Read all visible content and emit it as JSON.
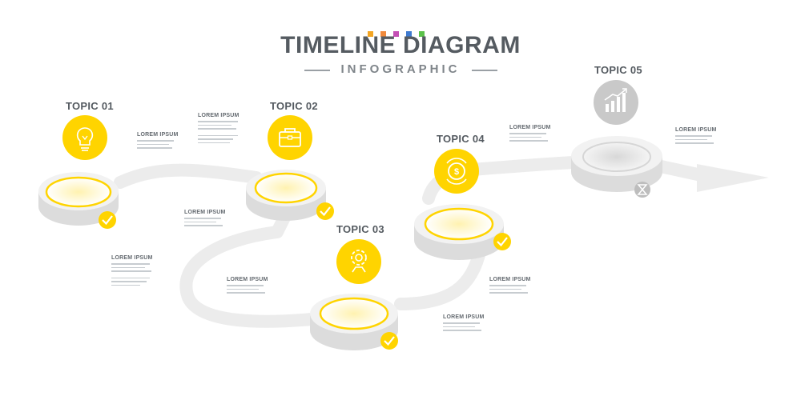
{
  "header": {
    "title": "TIMELINE DIAGRAM",
    "subtitle": "INFOGRAPHIC",
    "palette_dots": [
      "#f5a623",
      "#f08a3c",
      "#c44fb5",
      "#3f7bd0",
      "#5cc24a"
    ]
  },
  "colors": {
    "accent": "#ffd400",
    "inactive": "#d3d3d3",
    "platform": "#f1f1f1",
    "text": "#545a60"
  },
  "topics": [
    {
      "title": "TOPIC 01",
      "icon": "lightbulb-icon",
      "status": "completed",
      "status_icon": "checkmark-icon"
    },
    {
      "title": "TOPIC 02",
      "icon": "briefcase-icon",
      "status": "completed",
      "status_icon": "checkmark-icon"
    },
    {
      "title": "TOPIC 03",
      "icon": "gear-icon",
      "status": "completed",
      "status_icon": "checkmark-icon"
    },
    {
      "title": "TOPIC 04",
      "icon": "coin-exchange-icon",
      "status": "completed",
      "status_icon": "checkmark-icon"
    },
    {
      "title": "TOPIC 05",
      "icon": "growth-chart-icon",
      "status": "pending",
      "status_icon": "hourglass-icon"
    }
  ],
  "notes": [
    {
      "heading": "LOREM IPSUM"
    },
    {
      "heading": "LOREM IPSUM"
    },
    {
      "heading": "LOREM IPSUM"
    },
    {
      "heading": "LOREM IPSUM"
    },
    {
      "heading": "LOREM IPSUM"
    },
    {
      "heading": "LOREM IPSUM"
    },
    {
      "heading": "LOREM IPSUM"
    },
    {
      "heading": "LOREM IPSUM"
    },
    {
      "heading": "LOREM IPSUM"
    }
  ]
}
